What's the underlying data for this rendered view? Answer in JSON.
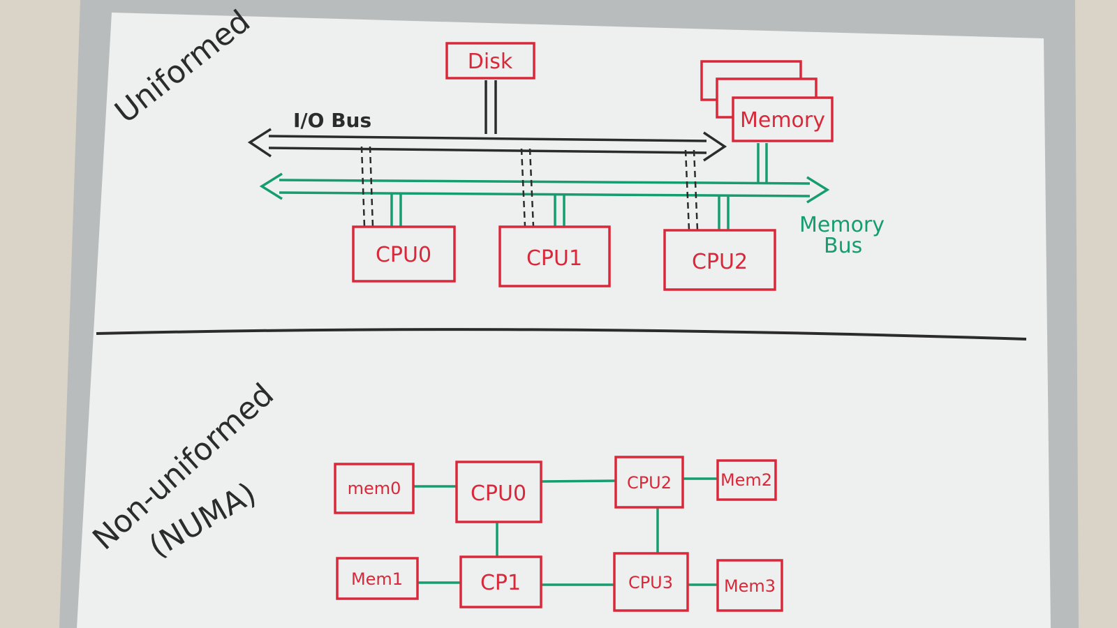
{
  "colors": {
    "red": "#d8283a",
    "green": "#159c6f",
    "black": "#2b2b2b",
    "board": "#eef0ef",
    "frame": "#b9bcbc",
    "wall": "#d9d4c7"
  },
  "uniform": {
    "title": "Uniformed",
    "io_bus_label": "I/O Bus",
    "memory_bus_label_1": "Memory",
    "memory_bus_label_2": "Bus",
    "disk": "Disk",
    "memory": "Memory",
    "cpus": [
      "CPU0",
      "CPU1",
      "CPU2"
    ]
  },
  "numa": {
    "title_1": "Non-uniformed",
    "title_2": "(NUMA)",
    "cpus": [
      "CPU0",
      "CPU2",
      "CP1",
      "CPU3"
    ],
    "mems": [
      "mem0",
      "Mem2",
      "Mem1",
      "Mem3"
    ]
  }
}
